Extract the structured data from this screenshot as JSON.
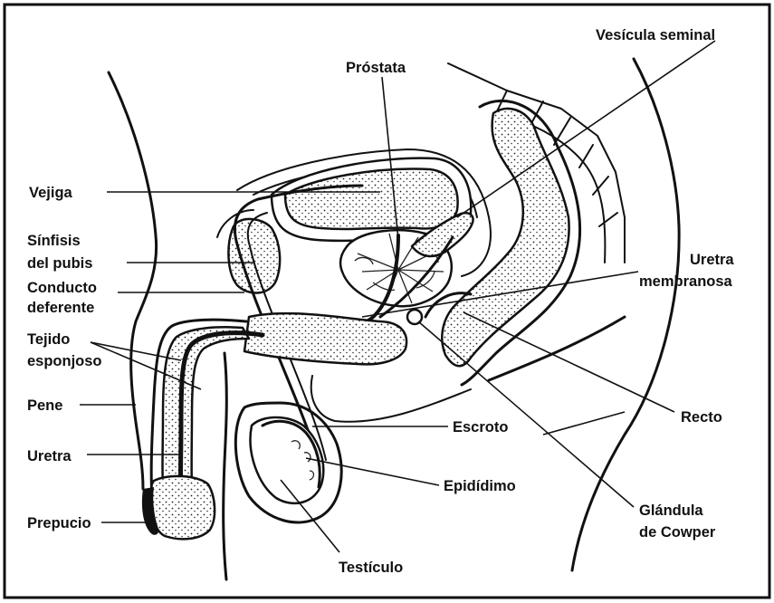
{
  "labels": {
    "vesicula_seminal": "Vesícula seminal",
    "prostata": "Próstata",
    "vejiga": "Vejiga",
    "sinfisis_1": "Sínfisis",
    "sinfisis_2": "del pubis",
    "conducto_1": "Conducto",
    "conducto_2": "deferente",
    "tejido_1": "Tejido",
    "tejido_2": "esponjoso",
    "pene": "Pene",
    "uretra": "Uretra",
    "prepucio": "Prepucio",
    "uretra_membranosa_1": "Uretra",
    "uretra_membranosa_2": "membranosa",
    "recto": "Recto",
    "escroto": "Escroto",
    "epididimo": "Epidídimo",
    "glandula_1": "Glándula",
    "glandula_2": "de Cowper",
    "testiculo": "Testículo"
  },
  "colors": {
    "ink": "#111111",
    "paper": "#ffffff"
  }
}
